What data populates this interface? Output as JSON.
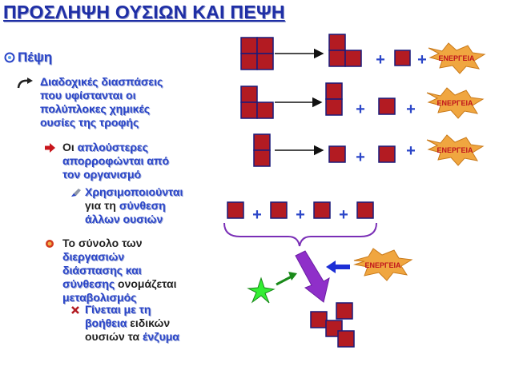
{
  "title": "ΠΡΟΣΛΗΨΗ ΟΥΣΙΩΝ ΚΑΙ ΠΕΨΗ",
  "section": "Πέψη",
  "point1": {
    "line1": "Διαδοχικές διασπάσεις",
    "line2": "που υφίστανται οι",
    "line3": "πολύπλοκες χημικές",
    "line4": "ουσίες της τροφής"
  },
  "point2": {
    "word1": "Οι",
    "word2": "απλούστερες",
    "line2": "απορροφώνται από",
    "line3": "τον οργανισμό"
  },
  "point3": {
    "line1": "Χρησιμοποιούνται",
    "line2a": "για τη",
    "line2b": "σύνθεση",
    "line3": "άλλων ουσιών"
  },
  "point4": {
    "line1": "Το σύνολο των",
    "line2": "διεργασιών",
    "line3": "διάσπασης και",
    "line4a": "σύνθεσης",
    "line4b": "ονομάζεται",
    "line5": "μεταβολισμός"
  },
  "point5": {
    "line1": "Γίνεται με τη",
    "line2a": "βοήθεια",
    "line2b": "ειδικών",
    "line3a": "ουσιών τα",
    "line3b": "ένζυμα"
  },
  "diagram": {
    "energy_label": "ΕΝΕΡΓΕΙΑ",
    "plus": "+"
  },
  "colors": {
    "title": "#1f2fa6",
    "text_blue": "#2b46c8",
    "block_fill": "#b31b22",
    "block_stroke": "#1a1a7a",
    "burst_fill": "#f0a640",
    "energy_text": "#c0141c",
    "arrow_purple": "#8f2fc9",
    "arrow_blue": "#1d2fd6",
    "arrow_green": "#1a8a1a",
    "star_green": "#33ee33"
  }
}
